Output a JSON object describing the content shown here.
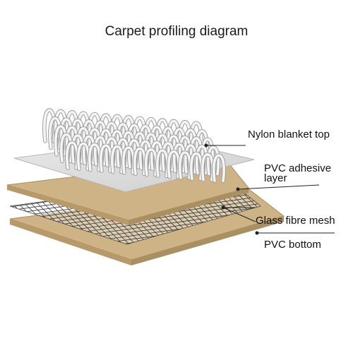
{
  "title": "Carpet profiling diagram",
  "layers": [
    {
      "name": "Nylon blanket top"
    },
    {
      "name": "PVC adhesive layer",
      "lines": [
        "PVC adhesive",
        "layer"
      ]
    },
    {
      "name": "Glass fibre mesh"
    },
    {
      "name": "PVC bottom"
    }
  ],
  "colors": {
    "pvc": "#cdb386",
    "pvc_edge": "#a98f62",
    "nylon_sheet": "#dcdcdc",
    "mesh": "#3a3a3a",
    "fiber": "#f4f4f4",
    "fiber_shade": "#9a9a9a",
    "leader": "#222222"
  }
}
